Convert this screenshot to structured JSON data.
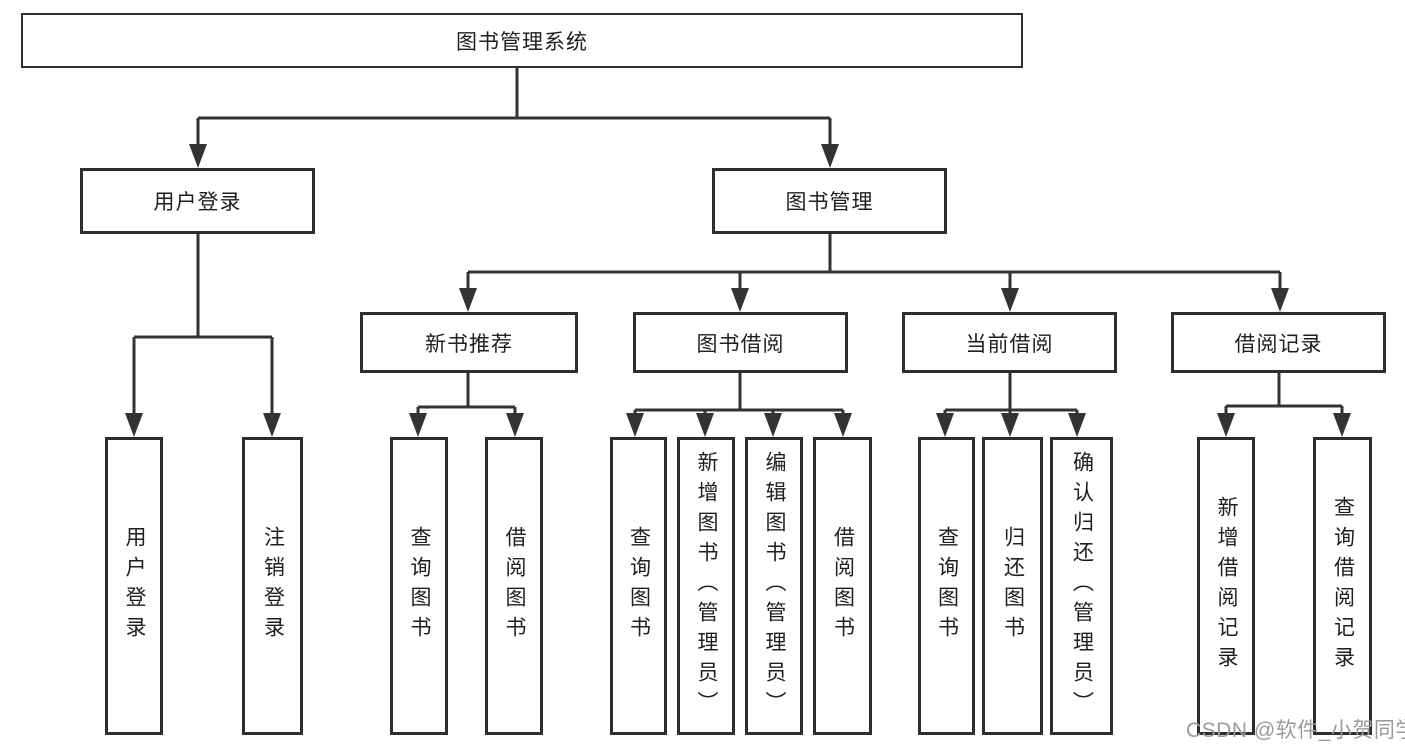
{
  "tree": {
    "root": {
      "label": "图书管理系统"
    },
    "branches": [
      {
        "label": "用户登录",
        "children": [
          {
            "label": "用户登录"
          },
          {
            "label": "注销登录"
          }
        ]
      },
      {
        "label": "图书管理",
        "children": [
          {
            "label": "新书推荐",
            "children": [
              {
                "label": "查询图书"
              },
              {
                "label": "借阅图书"
              }
            ]
          },
          {
            "label": "图书借阅",
            "children": [
              {
                "label": "查询图书"
              },
              {
                "label": "新增图书（管理员）"
              },
              {
                "label": "编辑图书（管理员）"
              },
              {
                "label": "借阅图书"
              }
            ]
          },
          {
            "label": "当前借阅",
            "children": [
              {
                "label": "查询图书"
              },
              {
                "label": "归还图书"
              },
              {
                "label": "确认归还（管理员）"
              }
            ]
          },
          {
            "label": "借阅记录",
            "children": [
              {
                "label": "新增借阅记录"
              },
              {
                "label": "查询借阅记录"
              }
            ]
          }
        ]
      }
    ]
  },
  "watermark": "CSDN @软件_小贺同学",
  "colors": {
    "line": "#333333",
    "text": "#1f1f1f",
    "background": "#ffffff",
    "watermark": "#9a9a9a"
  }
}
